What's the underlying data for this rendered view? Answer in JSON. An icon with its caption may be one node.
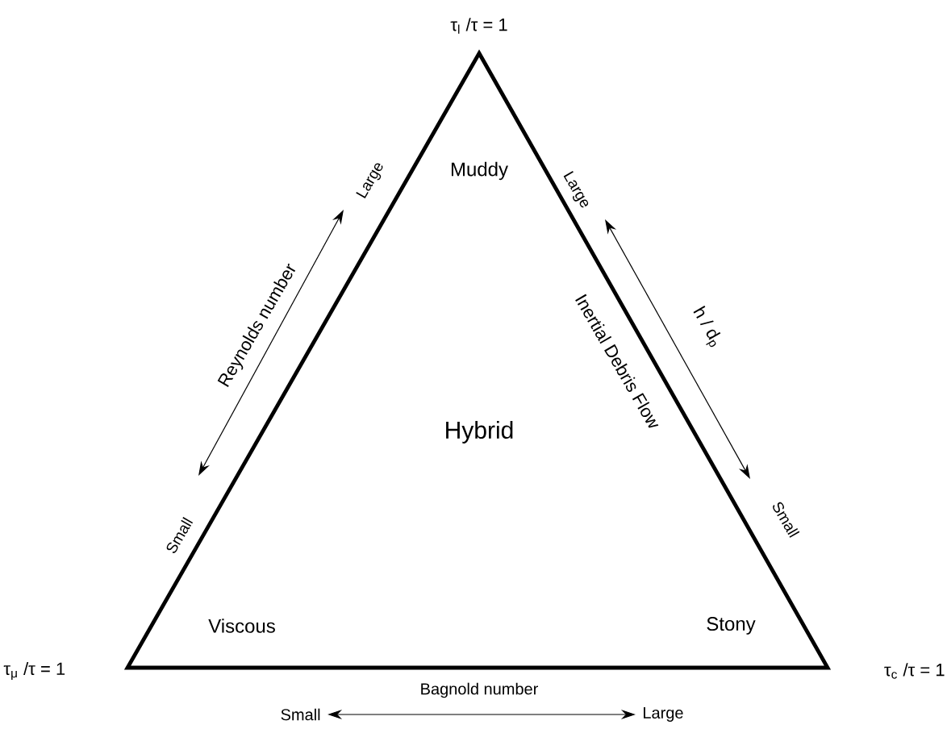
{
  "diagram": {
    "labels": [
      "τ$_{l}$ /τ = 1",
      "Muddy",
      "Large",
      "Reynolds number",
      "Large",
      "h / d$_{p}$",
      "Inertial Debris Flow",
      "Hybrid",
      "Small",
      "Small",
      "Viscous",
      "Stony",
      "τ$_{μ}$ /τ = 1",
      "τ$_{c}$ /τ = 1",
      "Bagnold number",
      "Small",
      "Large"
    ]
  }
}
